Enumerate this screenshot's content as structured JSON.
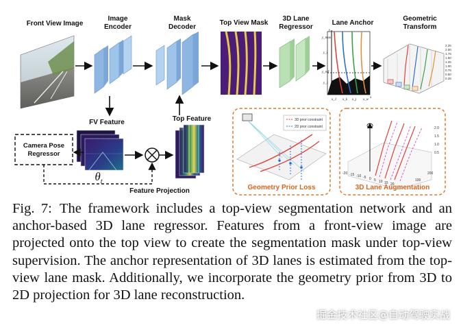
{
  "diagram": {
    "front_view_image": "Front View Image",
    "image_encoder": "Image Encoder",
    "mask_decoder": "Mask Decoder",
    "top_view_mask": "Top View Mask",
    "lane_regressor": "3D Lane Regressor",
    "lane_anchor": "Lane Anchor",
    "geometric_transform": "Geometric Transform",
    "fv_feature": "FV Feature",
    "top_feature": "Top Feature",
    "camera_pose_regressor": "Camera Pose Regressor",
    "theta_symbol": "θ",
    "theta_subscript": "t",
    "feature_projection": "Feature Projection",
    "geometry_prior_loss": "Geometry Prior Loss",
    "lane_augmentation": "3D Lane Augmentation",
    "legend_3d_prior": "3D prior constraint",
    "legend_2d_prior": "2D prior constraint",
    "anchor_axis_labels": [
      "y",
      "x",
      "y_max",
      "y_i",
      "y_ref",
      "y_1",
      "x_1",
      "x_k",
      "x_j",
      "x_w"
    ],
    "augmentation_z_ticks": [
      "2.0",
      "1.5",
      "1.0",
      "0.5"
    ],
    "augmentation_x_ticks": [
      "-20",
      "-15",
      "-10",
      "-5",
      "0",
      "5",
      "10",
      "15",
      "20"
    ],
    "augmentation_y_ticks": [
      "100",
      "200"
    ],
    "transform_ticks": [
      "2.25",
      "2.00",
      "1.75",
      "1.50",
      "1.25",
      "1.00",
      "0.75",
      "0.50",
      "0.25"
    ]
  },
  "colors": {
    "encoder_blue": "#9ec4ea",
    "regressor_green": "#b9dfb4",
    "mask_purple": "#4b1d78",
    "mask_lane_yellow": "#e8c94a",
    "panel_orange": "#e07a2c",
    "lane_red": "#e0403a"
  },
  "caption": {
    "label": "Fig. 7:",
    "text": "The framework includes a top-view segmentation network and an anchor-based 3D lane regressor. Features from a front-view image are projected onto the top view to create the segmentation mask under top-view supervision. The anchor representation of 3D lanes is estimated from the top-view lane mask. Additionally, we incorporate the geometry prior from 3D to 2D projection for 3D lane reconstruction."
  },
  "watermark": "掘金技术社区@自动驾驶实战"
}
